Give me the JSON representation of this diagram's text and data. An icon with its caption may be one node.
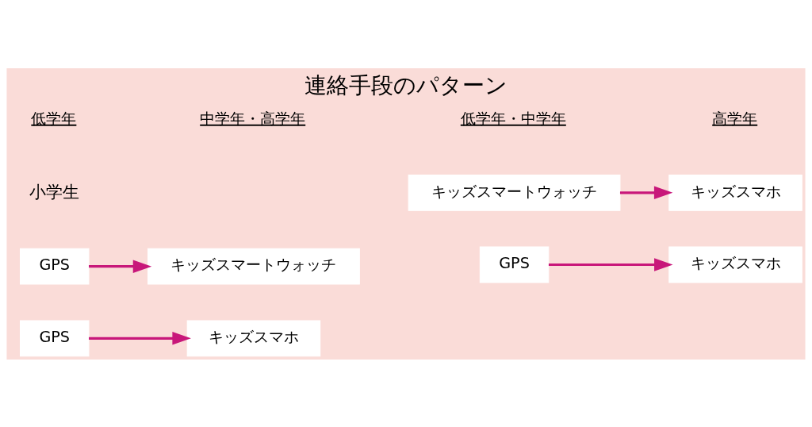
{
  "diagram": {
    "title": "連絡手段のパターン",
    "nodes": [
      {
        "text": [
          "GPS"
        ]
      },
      {
        "text": [
          "キッズスマホ"
        ]
      },
      {
        "text": [
          "GPS"
        ]
      },
      {
        "text": [
          "キッズスマートウォッチ"
        ]
      },
      {
        "text": [
          "GPS"
        ]
      },
      {
        "text": [
          "キッズスマホ"
        ]
      },
      {
        "text": [
          "キッズスマートウォッチ"
        ]
      },
      {
        "text": [
          "キッズスマホ"
        ]
      }
    ],
    "edges": [
      {
        "from": 0,
        "to": 1,
        "arrow": "to",
        "color": "#c8177a"
      },
      {
        "from": 2,
        "to": 3,
        "arrow": "to",
        "color": "#c8177a"
      },
      {
        "from": 4,
        "to": 5,
        "arrow": "to",
        "color": "#c8177a"
      },
      {
        "from": 6,
        "to": 7,
        "arrow": "to",
        "color": "#c8177a"
      }
    ],
    "labels": [
      "小学生",
      "低学年",
      "中学年・高学年",
      "低学年・中学年",
      "高学年"
    ]
  }
}
